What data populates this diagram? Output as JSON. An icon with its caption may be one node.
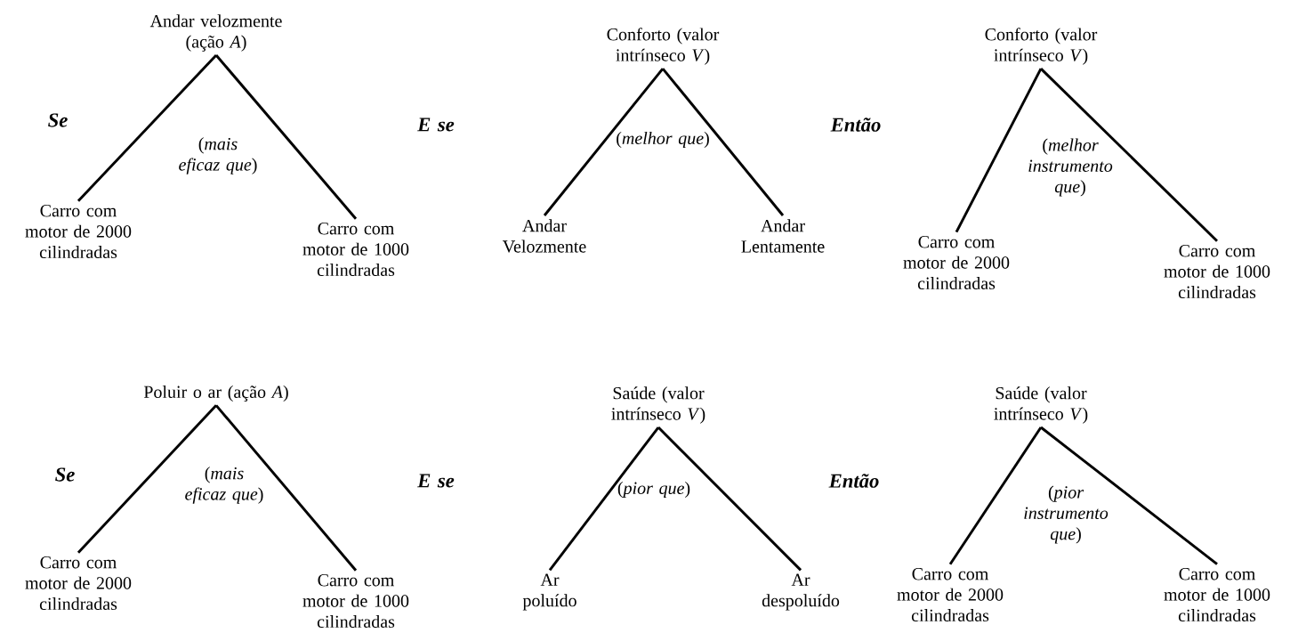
{
  "diagram": {
    "nodes": [
      {
        "text": [
          "Andar velozmente (ação *A*)"
        ]
      },
      {
        "text": [
          "Carro com motor de 2000 cilindradas"
        ]
      },
      {
        "text": [
          "Carro com motor de 1000 cilindradas"
        ]
      },
      {
        "text": [
          "Conforto (valor intrínseco *V*)"
        ]
      },
      {
        "text": [
          "Andar Velozmente"
        ]
      },
      {
        "text": [
          "Andar Lentamente"
        ]
      },
      {
        "text": [
          "Conforto (valor intrínseco *V*)"
        ]
      },
      {
        "text": [
          "Carro com motor de 2000 cilindradas"
        ]
      },
      {
        "text": [
          "Carro com motor de 1000 cilindradas"
        ]
      },
      {
        "text": [
          "Poluir o ar (ação *A*)"
        ]
      },
      {
        "text": [
          "Carro com motor de 2000 cilindradas"
        ]
      },
      {
        "text": [
          "Carro com motor de 1000 cilindradas"
        ]
      },
      {
        "text": [
          "Saúde (valor intrínseco *V*)"
        ]
      },
      {
        "text": [
          "Ar poluído"
        ]
      },
      {
        "text": [
          "Ar despoluído"
        ]
      },
      {
        "text": [
          "Saúde (valor intrínseco *V*)"
        ]
      },
      {
        "text": [
          "Carro com motor de 2000 cilindradas"
        ]
      },
      {
        "text": [
          "Carro com motor de 1000 cilindradas"
        ]
      }
    ],
    "edges": [
      {
        "from": 0,
        "to": 1,
        "arrow": "none"
      },
      {
        "from": 0,
        "to": 2,
        "arrow": "none"
      },
      {
        "from": 3,
        "to": 4,
        "arrow": "none"
      },
      {
        "from": 3,
        "to": 5,
        "arrow": "none"
      },
      {
        "from": 6,
        "to": 7,
        "arrow": "none"
      },
      {
        "from": 6,
        "to": 8,
        "arrow": "none"
      },
      {
        "from": 9,
        "to": 10,
        "arrow": "none"
      },
      {
        "from": 9,
        "to": 11,
        "arrow": "none"
      },
      {
        "from": 12,
        "to": 13,
        "arrow": "none"
      },
      {
        "from": 12,
        "to": 14,
        "arrow": "none"
      },
      {
        "from": 15,
        "to": 16,
        "arrow": "none"
      },
      {
        "from": 15,
        "to": 17,
        "arrow": "none"
      }
    ],
    "labels": [
      "Se",
      "(*mais eficaz que*)",
      "E se",
      "(*melhor que*)",
      "Então",
      "(*melhor instrumento que*)",
      "Se",
      "(*mais eficaz que*)",
      "E se",
      "(*pior que*)",
      "Então",
      "(*pior instrumento que*)"
    ]
  }
}
